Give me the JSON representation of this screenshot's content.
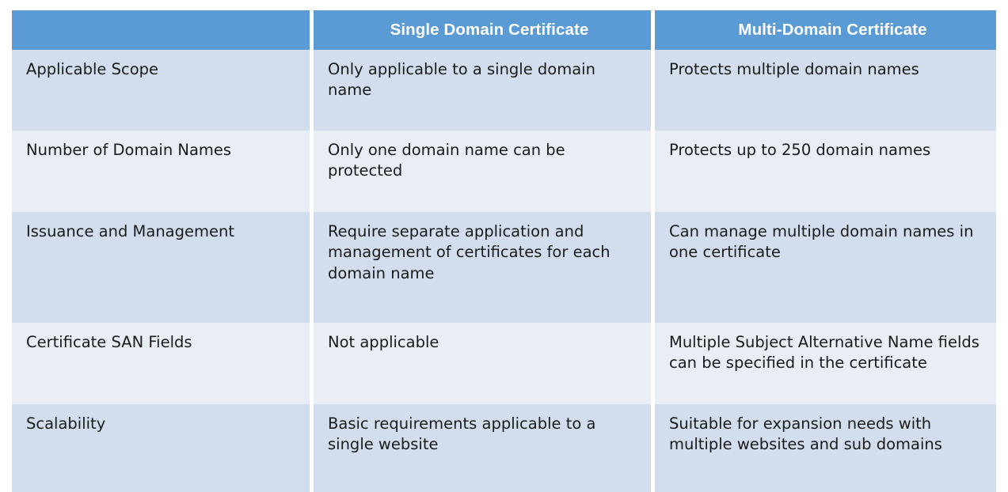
{
  "table": {
    "headers": {
      "feature_column": "",
      "single_domain": "Single Domain Certificate",
      "multi_domain": "Multi-Domain Certificate"
    },
    "colors": {
      "header_background": "#5B9BD5",
      "header_text": "#FFFFFF",
      "row_dark": "#D2DEEE",
      "row_light": "#E8EDF6",
      "body_text": "#1A1A1A",
      "page_background": "#FFFFFF"
    },
    "rows": [
      {
        "feature": "Applicable Scope",
        "single_domain": "Only applicable to a single domain name",
        "multi_domain": "Protects multiple domain names"
      },
      {
        "feature": "Number of Domain Names",
        "single_domain": "Only one domain name can be protected",
        "multi_domain": "Protects up to 250 domain names"
      },
      {
        "feature": "Issuance and Management",
        "single_domain": "Require separate application and management of certificates for each domain name",
        "multi_domain": "Can manage multiple domain names in one certificate"
      },
      {
        "feature": "Certificate SAN Fields",
        "single_domain": "Not applicable",
        "multi_domain": "Multiple Subject Alternative Name fields can be specified in the certificate"
      },
      {
        "feature": "Scalability",
        "single_domain": "Basic requirements applicable to a single website",
        "multi_domain": "Suitable for expansion needs with multiple websites and sub domains"
      }
    ]
  }
}
